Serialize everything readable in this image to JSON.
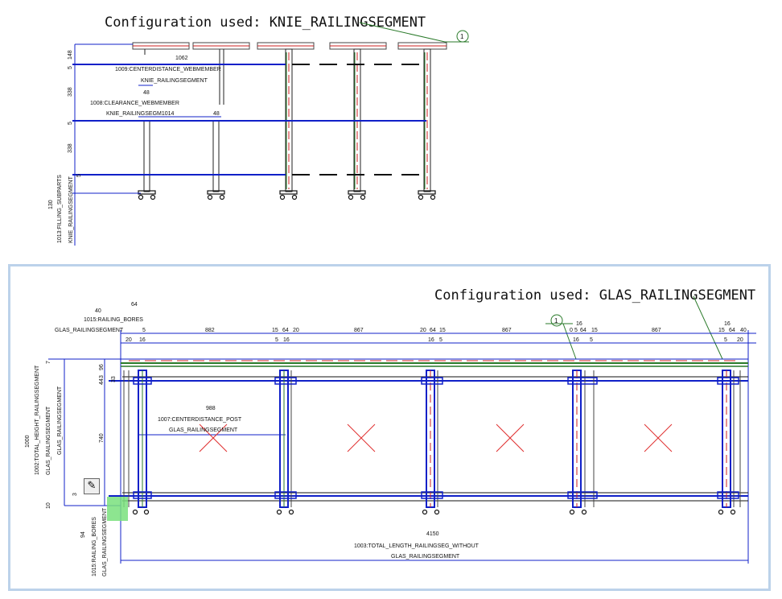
{
  "top": {
    "config_label": "Configuration used: KNIE_RAILINGSEGMENT",
    "marker": "1",
    "dims": {
      "d1062": "1062",
      "center_web": "1009:CENTERDISTANCE_WEBMEMBER",
      "center_web_seg": "KNIE_RAILINGSEGMENT",
      "d48a": "48",
      "clear_web": "1008:CLEARANCE_WEBMEMBER",
      "clear_web_seg": "KNIE_RAILINGSEGM1014",
      "d48b": "48",
      "v148": "148",
      "v5a": "5",
      "v338a": "338",
      "v5b": "5",
      "v338b": "338",
      "v5c": "5",
      "v130": "130",
      "filling": "1013:FILLING_SUBPARTS",
      "filling_seg": "KNIE_RAILINGSEGMENT"
    }
  },
  "bottom": {
    "config_label": "Configuration used: GLAS_RAILINGSEGMENT",
    "marker": "1",
    "dims": {
      "d40": "40",
      "d64": "64",
      "bores": "1015:RAILING_BORES",
      "bores_seg": "GLAS_RAILINGSEGMENT",
      "d5": "5",
      "d882": "882",
      "d15a": "15",
      "d64a": "64",
      "d20a": "20",
      "d867a": "867",
      "d20b": "20",
      "d64b": "64",
      "d15b": "15",
      "d867b": "867",
      "d16a": "16",
      "d0": "0",
      "d5b": "5",
      "d64c": "64",
      "d15c": "15",
      "d867c": "867",
      "d16b": "16",
      "d15d": "15",
      "d64d": "64",
      "d40b": "40",
      "s20": "20",
      "s16": "16",
      "s5a": "5",
      "s16a": "16",
      "s16b": "16",
      "s5b": "5",
      "s16c": "16",
      "s5c": "5",
      "s5d": "5",
      "s20b": "20",
      "v1000": "1000",
      "total_height": "1002:TOTAL_HEIGHT_RAILINGSEGMENT",
      "total_height_seg": "GLAS_RAILINGSEGMENT",
      "total_height_seg2": "GLAS_RAILINGSEGMENT",
      "v7": "7",
      "v96": "96",
      "v3": "3",
      "v44": "44",
      "v33": "33",
      "v740": "740",
      "v3b": "3",
      "v10": "10",
      "v94": "94",
      "bores_v": "1015:RAILING_BORES",
      "bores_v_seg": "GLAS_RAILINGSEGMENT",
      "d988": "988",
      "center_post": "1007:CENTERDISTANCE_POST",
      "center_post_seg": "GLAS_RAILINGSEGMENT",
      "d4150": "4150",
      "total_len": "1003:TOTAL_LENGTH_RAILINGSEG_WITHOUT",
      "total_len_seg": "GLAS_RAILINGSEGMENT"
    }
  },
  "colors": {
    "dim_blue": "#1020c8",
    "post_green": "#2a7a2a",
    "post_red": "#cc2020",
    "cross_red": "#e03030",
    "frame_blue": "#bcd2ea",
    "highlight_green": "#79e07c"
  },
  "icons": {
    "edit": "pencil-icon"
  }
}
